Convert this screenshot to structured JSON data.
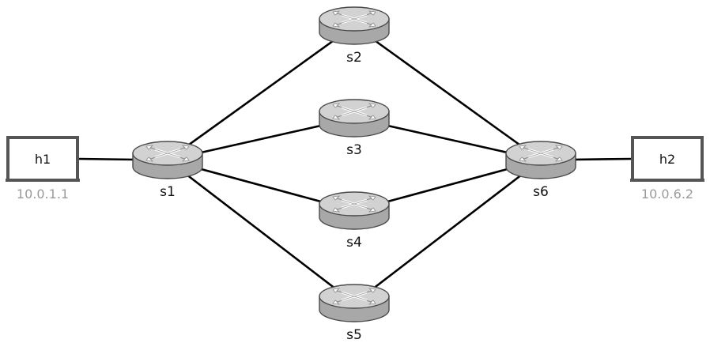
{
  "colors": {
    "router_top": "#d2d2d2",
    "router_body": "#a8a8a8",
    "router_stroke": "#4a4a4a",
    "host_frame": "#555555",
    "link": "#000000",
    "ip_text": "#9a9a9a"
  },
  "hosts": [
    {
      "id": "h1",
      "label": "h1",
      "ip": "10.0.1.1",
      "icon": "laptop-icon"
    },
    {
      "id": "h2",
      "label": "h2",
      "ip": "10.0.6.2",
      "icon": "laptop-icon"
    }
  ],
  "switches": [
    {
      "id": "s1",
      "label": "s1",
      "icon": "router-icon"
    },
    {
      "id": "s2",
      "label": "s2",
      "icon": "router-icon"
    },
    {
      "id": "s3",
      "label": "s3",
      "icon": "router-icon"
    },
    {
      "id": "s4",
      "label": "s4",
      "icon": "router-icon"
    },
    {
      "id": "s5",
      "label": "s5",
      "icon": "router-icon"
    },
    {
      "id": "s6",
      "label": "s6",
      "icon": "router-icon"
    }
  ],
  "links": [
    {
      "from": "h1",
      "to": "s1"
    },
    {
      "from": "s1",
      "to": "s2"
    },
    {
      "from": "s1",
      "to": "s3"
    },
    {
      "from": "s1",
      "to": "s4"
    },
    {
      "from": "s1",
      "to": "s5"
    },
    {
      "from": "s2",
      "to": "s6"
    },
    {
      "from": "s3",
      "to": "s6"
    },
    {
      "from": "s4",
      "to": "s6"
    },
    {
      "from": "s5",
      "to": "s6"
    },
    {
      "from": "s6",
      "to": "h2"
    }
  ]
}
